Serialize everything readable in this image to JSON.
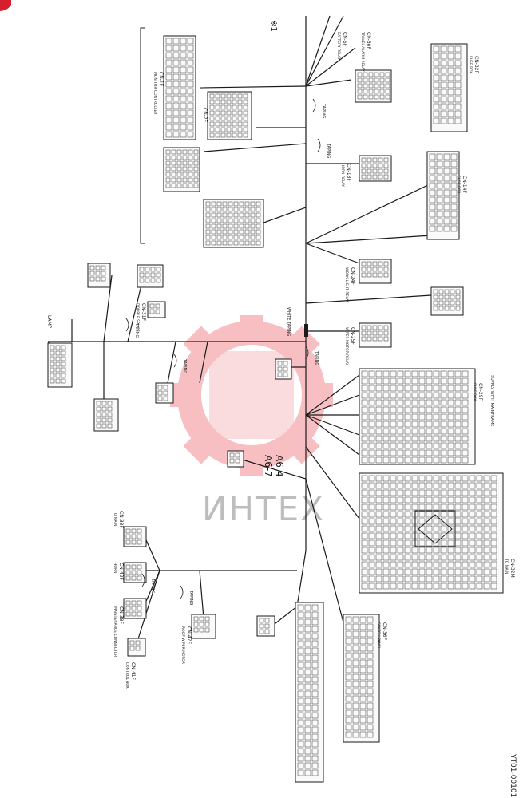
{
  "watermark": {
    "text": "ИНТЕХ",
    "color": "#e8404a"
  },
  "document": {
    "code": "YT01-00101-",
    "callout_ref": "※1",
    "section_labels": [
      "A6-4",
      "A6-7"
    ]
  },
  "connectors": [
    {
      "id": "cn-30f",
      "label": "CN-30F",
      "desc": "TRAVEL ALARM RELAY"
    },
    {
      "id": "cn-6f",
      "label": "CN-6F",
      "desc": "BATTERY RELAY"
    },
    {
      "id": "cn-32f",
      "label": "CN-32F",
      "desc": "FUSE BOX"
    },
    {
      "id": "cn-1f",
      "label": "CN-1F",
      "desc": "MONITOR CONTROLLER"
    },
    {
      "id": "cn-2f",
      "label": "CN-2F",
      "desc": ""
    },
    {
      "id": "cn-13f",
      "label": "CN-13F",
      "desc": "HORN RELAY"
    },
    {
      "id": "cn-14f",
      "label": "CN-14F",
      "desc": "FUSE BOX"
    },
    {
      "id": "cn-24f",
      "label": "CN-24F",
      "desc": "WORK LIGHT RELAY"
    },
    {
      "id": "cn-25f",
      "label": "CN-25F",
      "desc": "WIPER MOTOR RELAY"
    },
    {
      "id": "cn-29f",
      "label": "CN-29F",
      "desc": "FUSE BOX"
    },
    {
      "id": "cn-31f",
      "label": "CN-31F",
      "desc": "DOUBLE SPLICE"
    },
    {
      "id": "cn-36f",
      "label": "CN-36F",
      "desc": "SWITCH PANEL"
    },
    {
      "id": "cn-33f",
      "label": "CN-33F",
      "desc": "TO MAIN"
    },
    {
      "id": "cn-42f",
      "label": "CN-42F",
      "desc": "HORN"
    },
    {
      "id": "cn-38f",
      "label": "CN-38F",
      "desc": "MAINTENANCE CONNECTOR"
    },
    {
      "id": "cn-47f",
      "label": "CN-47F",
      "desc": "ROOF WIPER MOTOR"
    },
    {
      "id": "cn-41f",
      "label": "CN-41F",
      "desc": "CONTROL BOX"
    },
    {
      "id": "cn-32m",
      "label": "CN-32M",
      "desc": "TO MAIN"
    }
  ],
  "taping_labels": [
    "TAPING",
    "TAPING",
    "TAPING",
    "TAPING",
    "TAPING",
    "TAPING",
    "TAPING"
  ],
  "misc_labels": {
    "white_taping": "WHITE TAPING",
    "lamp": "LAMP",
    "supply_with_mainframe": "SUPPLY WITH MAINFRAME"
  }
}
